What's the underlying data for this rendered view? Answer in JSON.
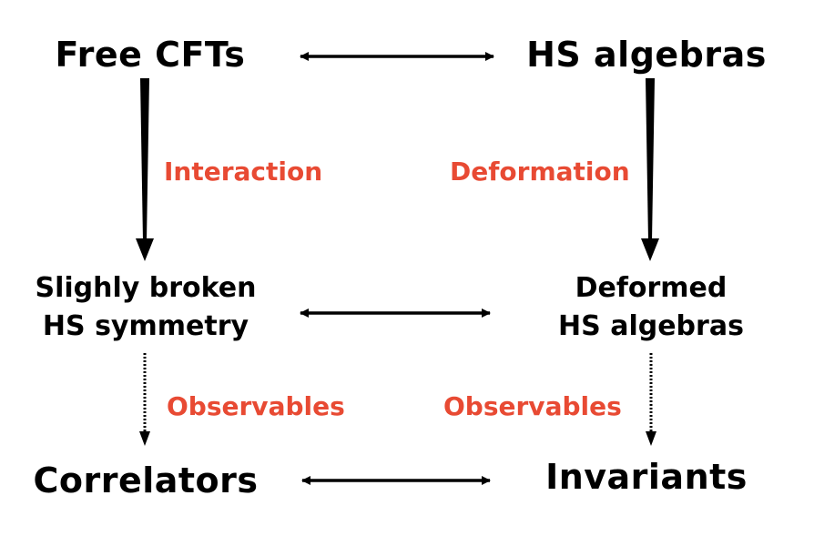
{
  "nodes": {
    "free_cfts": "Free CFTs",
    "hs_algebras": "HS algebras",
    "slightly_broken": [
      "Slighly broken",
      "HS symmetry"
    ],
    "deformed_hs": [
      "Deformed",
      "HS algebras"
    ],
    "correlators": "Correlators",
    "invariants": "Invariants"
  },
  "edge_labels": {
    "interaction": "Interaction",
    "deformation": "Deformation",
    "observables_left": "Observables",
    "observables_right": "Observables"
  },
  "colors": {
    "label": "#e84a33",
    "text": "#000000",
    "arrow": "#000000"
  }
}
